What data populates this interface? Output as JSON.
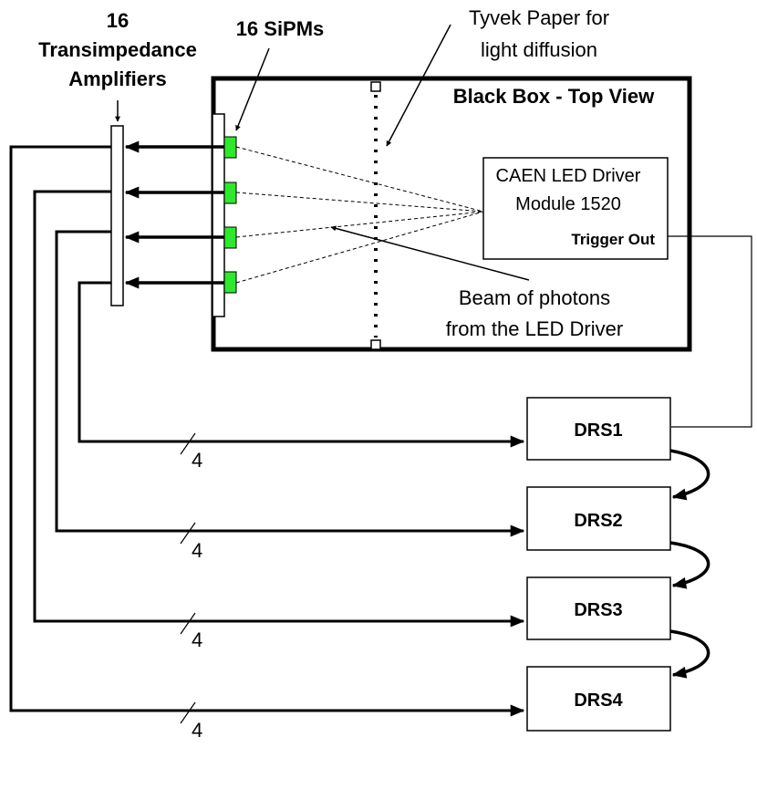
{
  "labels": {
    "amplifiers_count": "16",
    "amplifiers_line1": "Transimpedance",
    "amplifiers_line2": "Amplifiers",
    "sipms": "16 SiPMs",
    "tyvek_line1": "Tyvek Paper for",
    "tyvek_line2": "light diffusion",
    "black_box": "Black Box - Top View",
    "led_driver_line1": "CAEN LED Driver",
    "led_driver_line2": "Module 1520",
    "trigger_out": "Trigger Out",
    "beam_line1": "Beam of photons",
    "beam_line2": "from the LED Driver"
  },
  "drs_boards": [
    {
      "label": "DRS1",
      "bus_width": "4"
    },
    {
      "label": "DRS2",
      "bus_width": "4"
    },
    {
      "label": "DRS3",
      "bus_width": "4"
    },
    {
      "label": "DRS4",
      "bus_width": "4"
    }
  ],
  "colors": {
    "sipm_fill": "#2ee82e",
    "line": "#000000",
    "background": "#ffffff"
  }
}
